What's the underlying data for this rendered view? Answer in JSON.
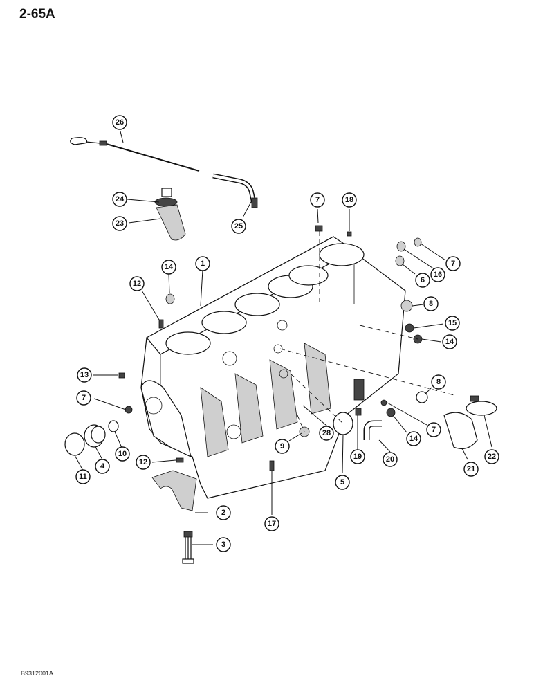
{
  "page": {
    "number": "2-65A",
    "figure_code": "B9312001A"
  },
  "callouts": [
    {
      "id": "c1",
      "label": "1"
    },
    {
      "id": "c2",
      "label": "2"
    },
    {
      "id": "c3",
      "label": "3"
    },
    {
      "id": "c4",
      "label": "4"
    },
    {
      "id": "c5",
      "label": "5"
    },
    {
      "id": "c6",
      "label": "6"
    },
    {
      "id": "c7a",
      "label": "7"
    },
    {
      "id": "c7b",
      "label": "7"
    },
    {
      "id": "c7c",
      "label": "7"
    },
    {
      "id": "c7d",
      "label": "7"
    },
    {
      "id": "c8a",
      "label": "8"
    },
    {
      "id": "c8b",
      "label": "8"
    },
    {
      "id": "c9",
      "label": "9"
    },
    {
      "id": "c10",
      "label": "10"
    },
    {
      "id": "c11",
      "label": "11"
    },
    {
      "id": "c12a",
      "label": "12"
    },
    {
      "id": "c12b",
      "label": "12"
    },
    {
      "id": "c13",
      "label": "13"
    },
    {
      "id": "c14a",
      "label": "14"
    },
    {
      "id": "c14b",
      "label": "14"
    },
    {
      "id": "c14c",
      "label": "14"
    },
    {
      "id": "c15",
      "label": "15"
    },
    {
      "id": "c16",
      "label": "16"
    },
    {
      "id": "c17",
      "label": "17"
    },
    {
      "id": "c18",
      "label": "18"
    },
    {
      "id": "c19",
      "label": "19"
    },
    {
      "id": "c20",
      "label": "20"
    },
    {
      "id": "c21",
      "label": "21"
    },
    {
      "id": "c22",
      "label": "22"
    },
    {
      "id": "c23",
      "label": "23"
    },
    {
      "id": "c24",
      "label": "24"
    },
    {
      "id": "c25",
      "label": "25"
    },
    {
      "id": "c26",
      "label": "26"
    },
    {
      "id": "c28",
      "label": "28"
    }
  ]
}
